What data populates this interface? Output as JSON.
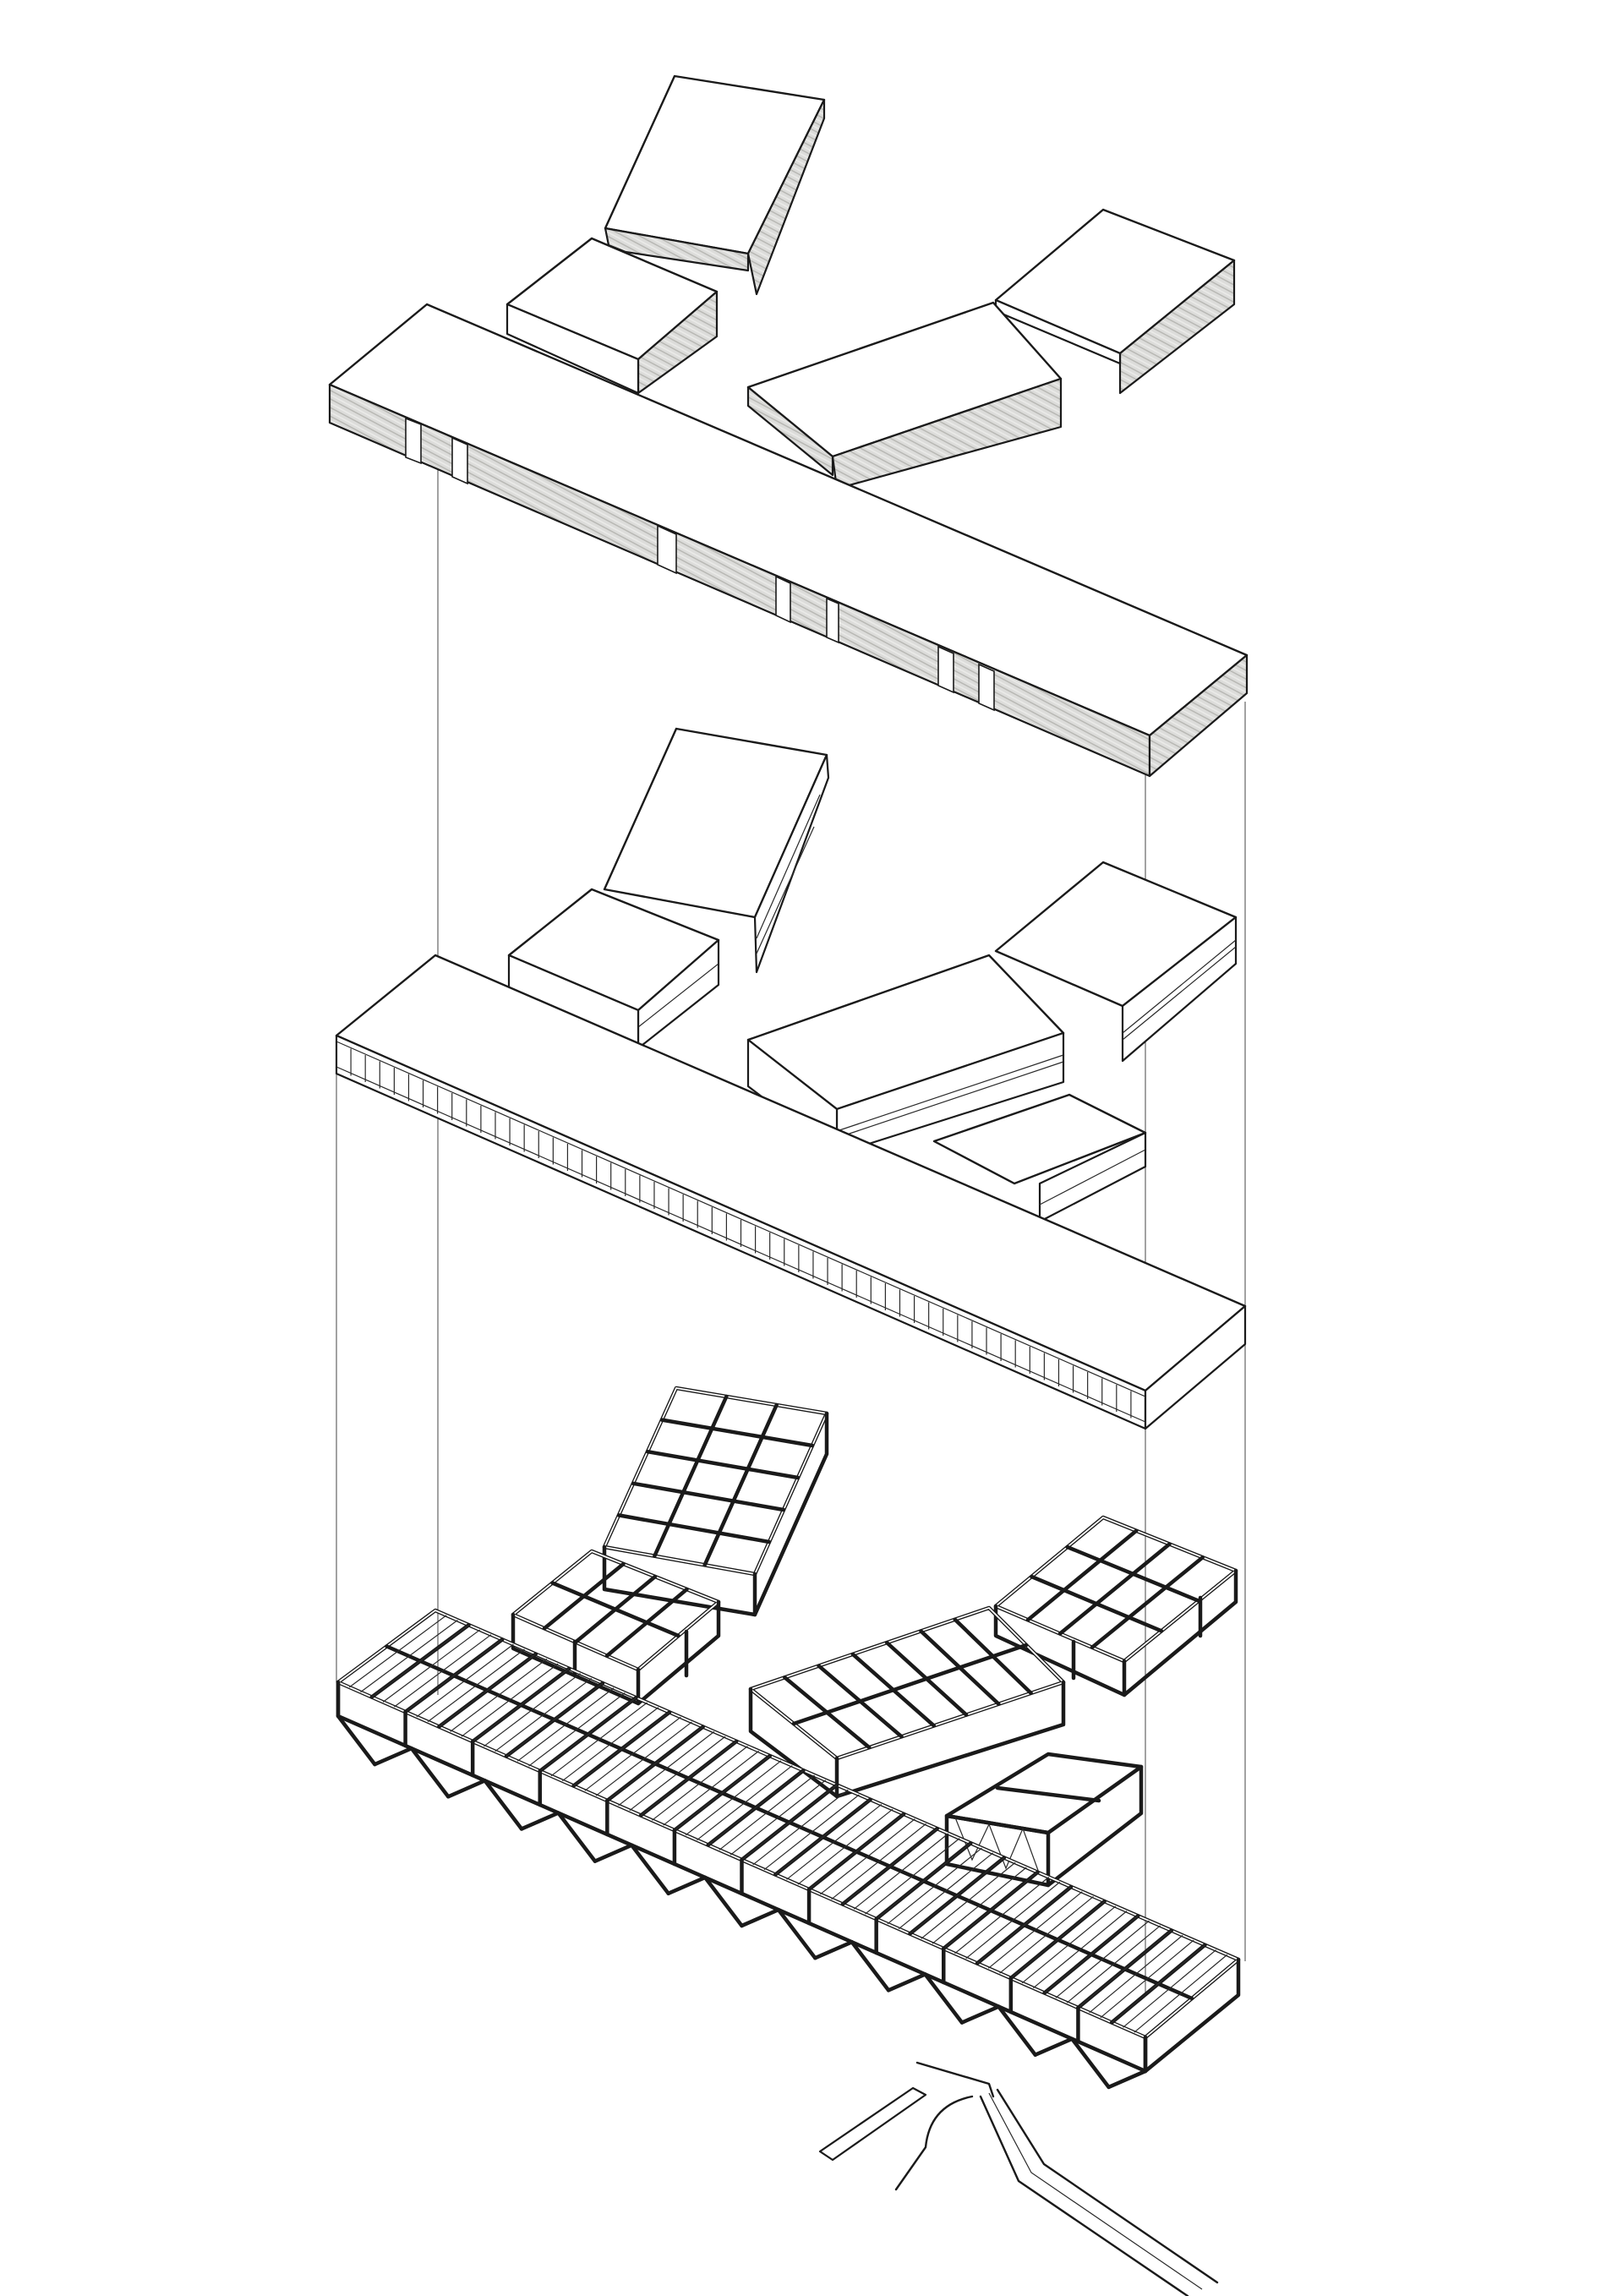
{
  "drawing": {
    "layers": [
      "facade-cladding-layer",
      "glazed-envelope-layer",
      "structural-frame-layer"
    ],
    "colors": {
      "line": "#1a1a1a",
      "cladding_fill": "#d9d9d7",
      "background": "#ffffff"
    }
  }
}
